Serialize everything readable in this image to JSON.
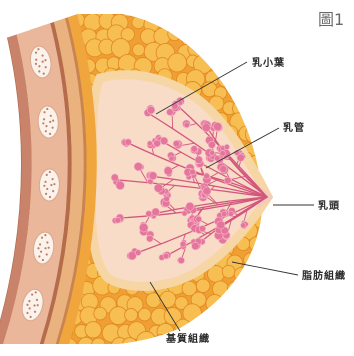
{
  "figure_label": "圖1",
  "labels": {
    "lobule": "乳小葉",
    "duct": "乳管",
    "nipple": "乳頭",
    "fat_tissue": "脂肪組織",
    "stroma": "基質組織"
  },
  "colors": {
    "fat_base": "#ef9f33",
    "fat_globule": "#f7bf52",
    "fat_globule_edge": "#e38b23",
    "gland": "#f8dcc7",
    "gland_fringe": "#f7d6a6",
    "duct": "#d2567e",
    "lobule": "#e5769b",
    "lobule_edge": "#f4b7c9",
    "rib": "#fbf2ec",
    "rib_edge": "#d9a88c",
    "rib_marrow": "#c07d63",
    "nipple": "#f4cdb9"
  }
}
